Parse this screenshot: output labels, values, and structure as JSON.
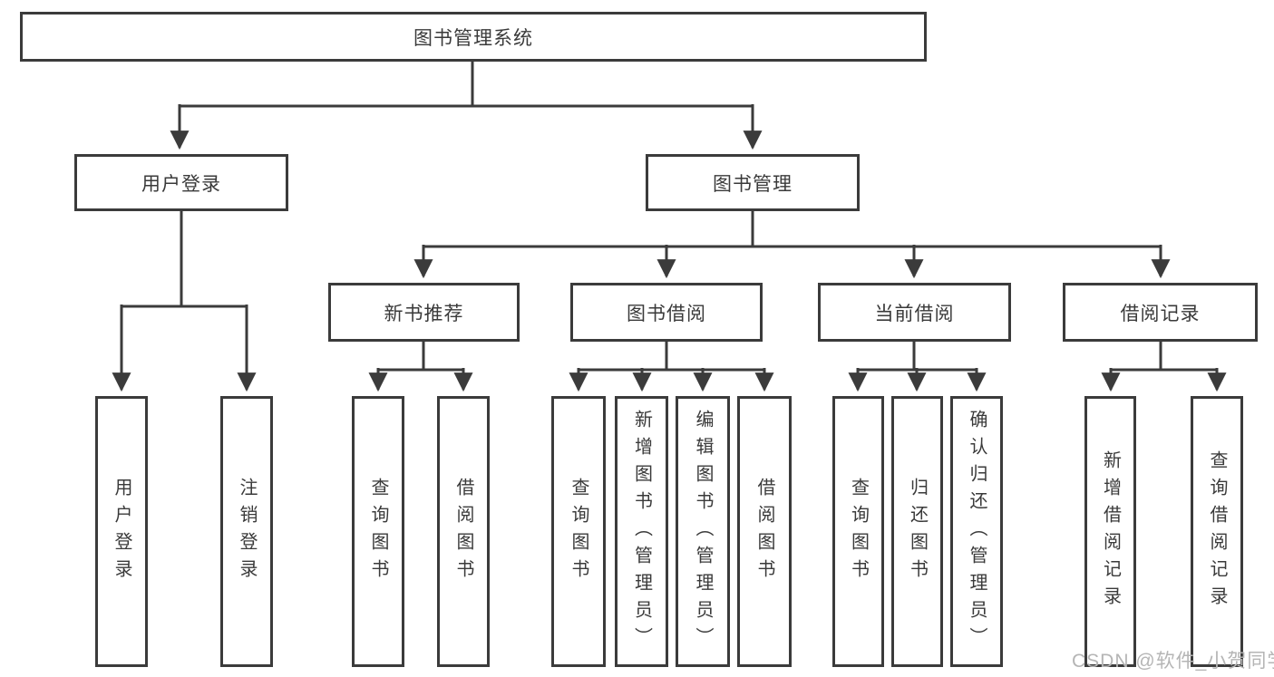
{
  "tree": {
    "root": {
      "label": "图书管理系统"
    },
    "branches": [
      {
        "label": "用户登录",
        "leaves": [
          {
            "label": "用户登录"
          },
          {
            "label": "注销登录"
          }
        ]
      },
      {
        "label": "图书管理",
        "groups": [
          {
            "label": "新书推荐",
            "leaves": [
              {
                "label": "查询图书"
              },
              {
                "label": "借阅图书"
              }
            ]
          },
          {
            "label": "图书借阅",
            "leaves": [
              {
                "label": "查询图书"
              },
              {
                "label": "新增图书（管理员）"
              },
              {
                "label": "编辑图书（管理员）"
              },
              {
                "label": "借阅图书"
              }
            ]
          },
          {
            "label": "当前借阅",
            "leaves": [
              {
                "label": "查询图书"
              },
              {
                "label": "归还图书"
              },
              {
                "label": "确认归还（管理员）"
              }
            ]
          },
          {
            "label": "借阅记录",
            "leaves": [
              {
                "label": "新增借阅记录"
              },
              {
                "label": "查询借阅记录"
              }
            ]
          }
        ]
      }
    ]
  },
  "watermark": {
    "text": "CSDN @软件_小贺同学"
  },
  "colors": {
    "line": "#3b3b3b",
    "text": "#3a3a3a",
    "watermark": "#b5b5b5",
    "background": "#ffffff"
  }
}
